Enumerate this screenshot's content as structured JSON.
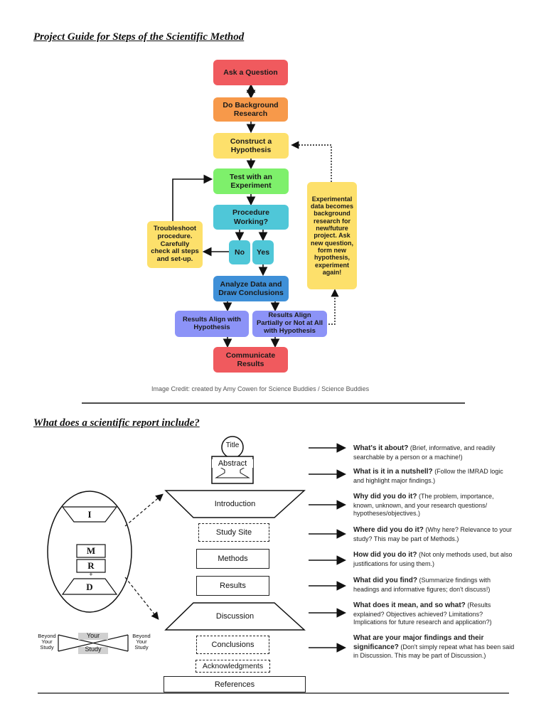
{
  "section1": {
    "heading": "Project Guide for Steps of the Scientific Method",
    "flow": {
      "ask": "Ask a Question",
      "background": "Do Background Research",
      "hypothesis": "Construct a Hypothesis",
      "test": "Test with an Experiment",
      "procedure": "Procedure Working?",
      "no": "No",
      "yes": "Yes",
      "troubleshoot": "Troubleshoot procedure. Carefully check all steps and set-up.",
      "analyze": "Analyze Data and Draw Conclusions",
      "align": "Results Align with Hypothesis",
      "partial": "Results Align Partially or Not at All with Hypothesis",
      "communicate": "Communicate Results",
      "experimental": "Experimental data becomes background research for new/future project. Ask new question, form new hypothesis, experiment again!"
    },
    "credit": "Image Credit: created by Amy Cowen for Science Buddies / Science Buddies",
    "colors": {
      "red": "#f05a5e",
      "orange": "#f7994a",
      "yellow": "#fde06b",
      "green": "#7ef06b",
      "cyan": "#4fc7d8",
      "blue": "#3f90d8",
      "violet": "#8c93f7"
    }
  },
  "section2": {
    "heading": "What does a scientific report include?",
    "parts": {
      "title": "Title",
      "abstract": "Abstract",
      "introduction": "Introduction",
      "study_site": "Study Site",
      "methods": "Methods",
      "results": "Results",
      "discussion": "Discussion",
      "conclusions": "Conclusions",
      "acknowledgments": "Acknowledgments",
      "references": "References"
    },
    "imrad": {
      "i": "I",
      "m": "M",
      "r": "R",
      "plus": "+",
      "d": "D"
    },
    "study": {
      "beyond_left": "Beyond Your Study",
      "your": "Your",
      "study": "Study",
      "beyond_right": "Beyond Your Study"
    },
    "questions": [
      {
        "q": "What's it about?",
        "d": "(Brief, informative, and readily searchable by a person or a machine!)"
      },
      {
        "q": "What is it in a nutshell?",
        "d": "(Follow the IMRAD logic and highlight major findings.)"
      },
      {
        "q": "Why did you do it?",
        "d": "(The problem, importance, known, unknown, and your research questions/ hypotheses/objectives.)"
      },
      {
        "q": "Where did you do it?",
        "d": "(Why here? Relevance to your study? This may be part of Methods.)"
      },
      {
        "q": "How did you do it?",
        "d": "(Not only methods used, but also justifications for using them.)"
      },
      {
        "q": "What did you find?",
        "d": "(Summarize findings with headings and informative figures; don't discuss!)"
      },
      {
        "q": "What does it mean, and so what?",
        "d": "(Results explained? Objectives achieved? Limitations? Implications for future research and application?)"
      },
      {
        "q": "What are your major findings and their significance?",
        "d": "(Don't simply repeat what has been said in Discussion. This may be part of Discussion.)"
      }
    ]
  }
}
